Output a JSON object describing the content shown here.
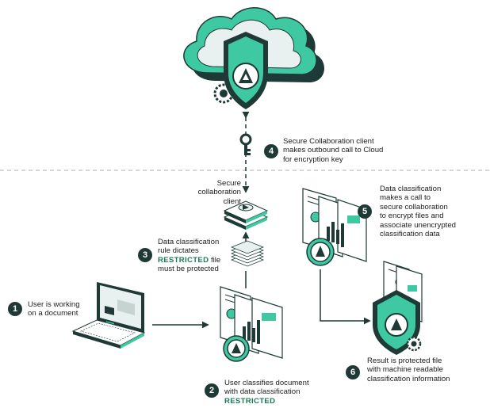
{
  "colors": {
    "dark": "#1f3a36",
    "accent": "#3ec9a3",
    "accent_dark": "#1a7a55",
    "light": "#e9f1f0",
    "divider": "#bdbdbd"
  },
  "icons": [
    "cloud-icon",
    "shield-icon",
    "gear-icon",
    "key-icon",
    "laptop-icon",
    "document-stack-icon",
    "server-stack-icon",
    "paper-stack-icon"
  ],
  "steps": [
    {
      "number": "1",
      "lines": [
        "User is working",
        "on a document"
      ]
    },
    {
      "number": "2",
      "lines": [
        "User classifies document",
        "with data classification"
      ],
      "highlight": "RESTRICTED"
    },
    {
      "number": "3",
      "lines": [
        "Data classification",
        "rule dictates"
      ],
      "highlight": "RESTRICTED",
      "suffix": " file",
      "after": [
        "must be protected"
      ]
    },
    {
      "number": "4",
      "lines": [
        "Secure Collaboration client",
        "makes outbound call to Cloud",
        "for encryption key"
      ]
    },
    {
      "number": "5",
      "lines": [
        "Data classification",
        "makes a call to",
        "secure collaboration",
        "to encrypt files and",
        "associate unencrypted",
        "classification data"
      ]
    },
    {
      "number": "6",
      "lines": [
        "Result is protected file",
        "with machine readable",
        "classification information"
      ]
    }
  ],
  "client_label": [
    "Secure",
    "collaboration",
    "client"
  ]
}
